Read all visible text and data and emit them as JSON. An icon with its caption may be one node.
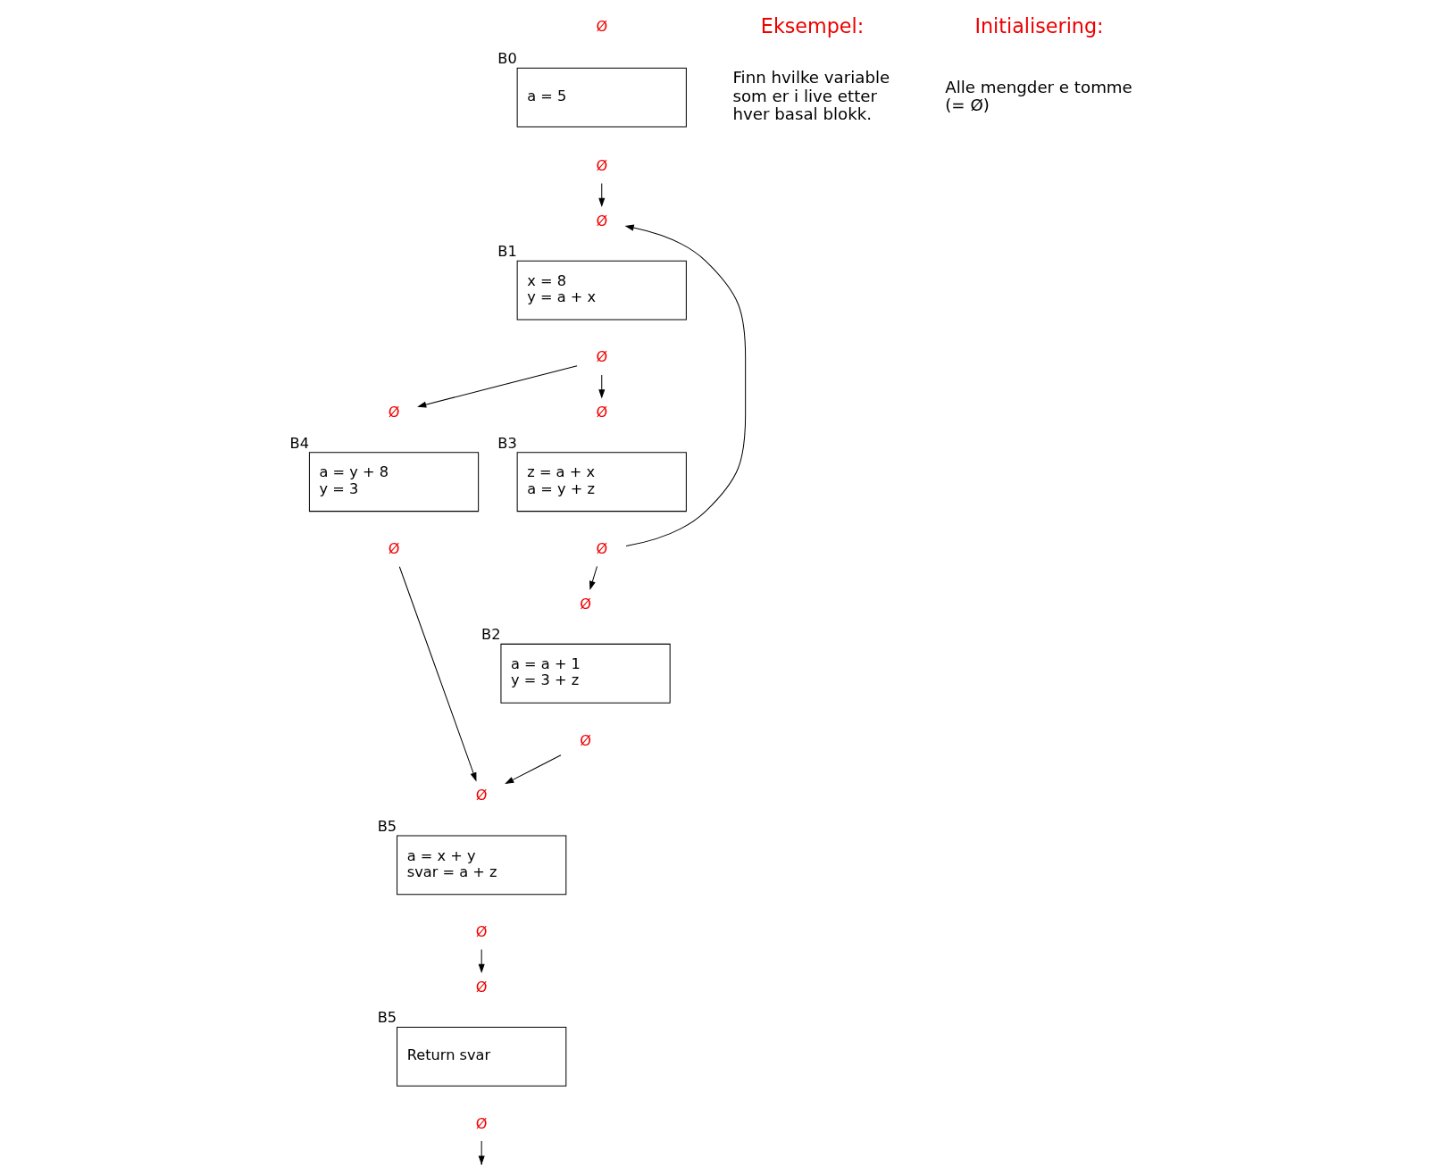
{
  "diagram": {
    "nodes": [
      {
        "text": [
          "a = 5"
        ],
        "beside": [
          "B0"
        ]
      },
      {
        "text": [
          "Ø"
        ]
      },
      {
        "text": [
          "Ø"
        ]
      },
      {
        "text": [
          "x = 8",
          "y = a + x"
        ],
        "beside": [
          "B1"
        ]
      },
      {
        "text": [
          "Ø"
        ]
      },
      {
        "text": [
          "Ø"
        ]
      },
      {
        "text": [
          "a = a + 1",
          "y = 3 + z"
        ],
        "beside": [
          "B2"
        ]
      },
      {
        "text": [
          "Ø"
        ]
      },
      {
        "text": [
          "Ø"
        ]
      },
      {
        "text": [
          "z = a + x",
          "a = y + z"
        ],
        "beside": [
          "B3"
        ]
      },
      {
        "text": [
          "Ø"
        ]
      },
      {
        "text": [
          "Ø"
        ]
      },
      {
        "text": [
          "a = y + 8",
          "y = 3"
        ],
        "beside": [
          "B4"
        ]
      },
      {
        "text": [
          "Ø"
        ]
      },
      {
        "text": [
          "Ø"
        ]
      },
      {
        "text": [
          "a = x + y",
          "svar = a + z"
        ],
        "beside": [
          "B5"
        ]
      },
      {
        "text": [
          "Ø"
        ]
      },
      {
        "text": [
          "Ø"
        ]
      },
      {
        "text": [
          "Return svar"
        ],
        "beside": [
          "B5"
        ]
      },
      {
        "text": [
          "Ø"
        ]
      }
    ],
    "edges": [
      {
        "from": 1,
        "to": 2,
        "arrow": "to"
      },
      {
        "from": 4,
        "to": 8,
        "arrow": "to"
      },
      {
        "from": 4,
        "to": 11,
        "arrow": "to"
      },
      {
        "from": 10,
        "to": 5,
        "arrow": "to"
      },
      {
        "from": 10,
        "to": 2,
        "arrow": "to"
      },
      {
        "from": 7,
        "to": 14,
        "arrow": "to"
      },
      {
        "from": 13,
        "to": 14,
        "arrow": "to"
      },
      {
        "from": 16,
        "to": 17,
        "arrow": "to"
      },
      {
        "from": 19,
        "to": null,
        "arrow": "to"
      }
    ],
    "labels": [
      "Ø",
      "Eksempel:",
      "Finn hvilke variable som er i live etter hver basal blokk.",
      "Initialisering:",
      "Alle mengder e tomme (= Ø)"
    ]
  }
}
